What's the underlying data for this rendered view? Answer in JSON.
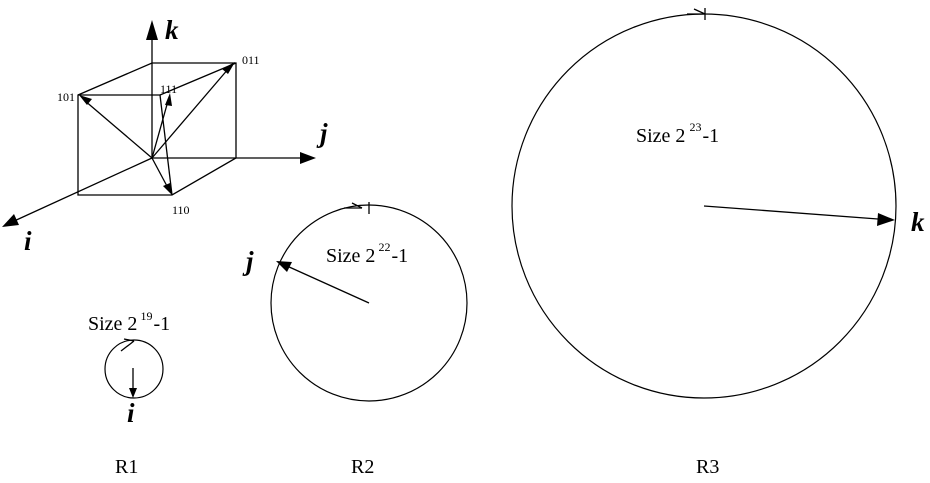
{
  "cube": {
    "axis_i": "i",
    "axis_j": "j",
    "axis_k": "k",
    "vertex_101": "101",
    "vertex_111": "111",
    "vertex_011": "011",
    "vertex_110": "110"
  },
  "registers": [
    {
      "id": "R1",
      "label": "R1",
      "size_prefix": "Size 2",
      "size_exponent": "19",
      "size_suffix": "-1",
      "tap_label": "i"
    },
    {
      "id": "R2",
      "label": "R2",
      "size_prefix": "Size  2",
      "size_exponent": "22",
      "size_suffix": "-1",
      "tap_label": "j"
    },
    {
      "id": "R3",
      "label": "R3",
      "size_prefix": "Size   2",
      "size_exponent": "23",
      "size_suffix": "-1",
      "tap_label": "k"
    }
  ],
  "colors": {
    "ink": "#000000",
    "background": "#ffffff"
  }
}
